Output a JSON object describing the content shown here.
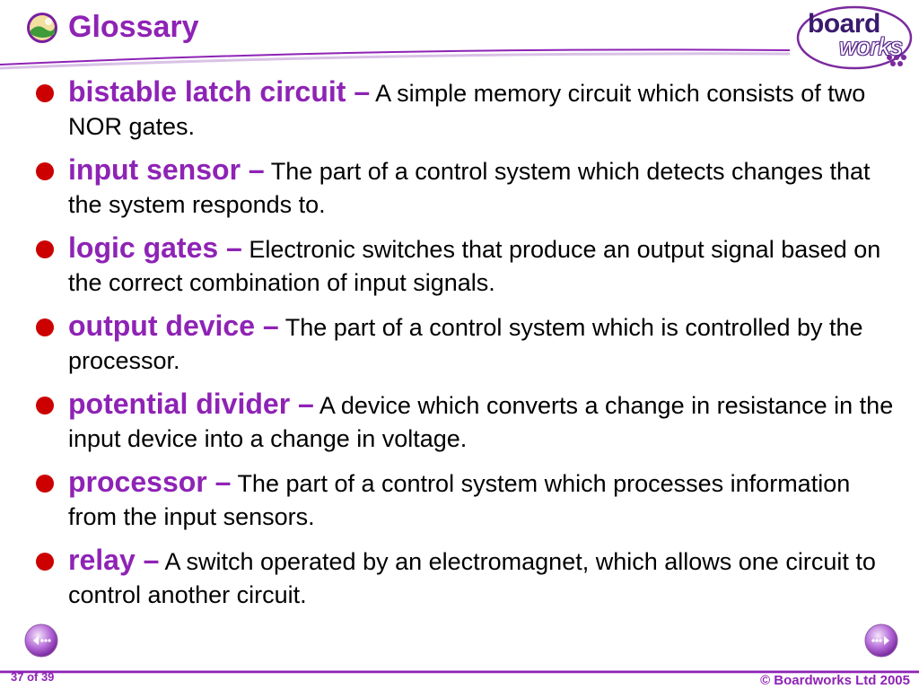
{
  "header": {
    "title": "Glossary",
    "logo_top": "board",
    "logo_bottom": "works"
  },
  "entries": [
    {
      "term": "bistable latch circuit –",
      "definition": "A simple memory circuit which consists of two NOR gates."
    },
    {
      "term": "input sensor –",
      "definition": "The part of a control system which detects changes that the system responds to."
    },
    {
      "term": "logic gates –",
      "definition": "Electronic switches that produce an output signal based on the correct combination of input signals."
    },
    {
      "term": "output device –",
      "definition": "The part of a control system which is controlled by the processor."
    },
    {
      "term": "potential divider –",
      "definition": "A device which converts a change in resistance in the input device into a change in voltage."
    },
    {
      "term": "processor –",
      "definition": "The part of a control system which processes information from the input sensors."
    },
    {
      "term": "relay –",
      "definition": "A switch operated by an electromagnet, which allows one circuit to control another circuit."
    }
  ],
  "footer": {
    "page": "37 of 39",
    "copyright": "© Boardworks Ltd 2005"
  },
  "colors": {
    "accent": "#8e23b5",
    "bullet": "#cc0000"
  }
}
